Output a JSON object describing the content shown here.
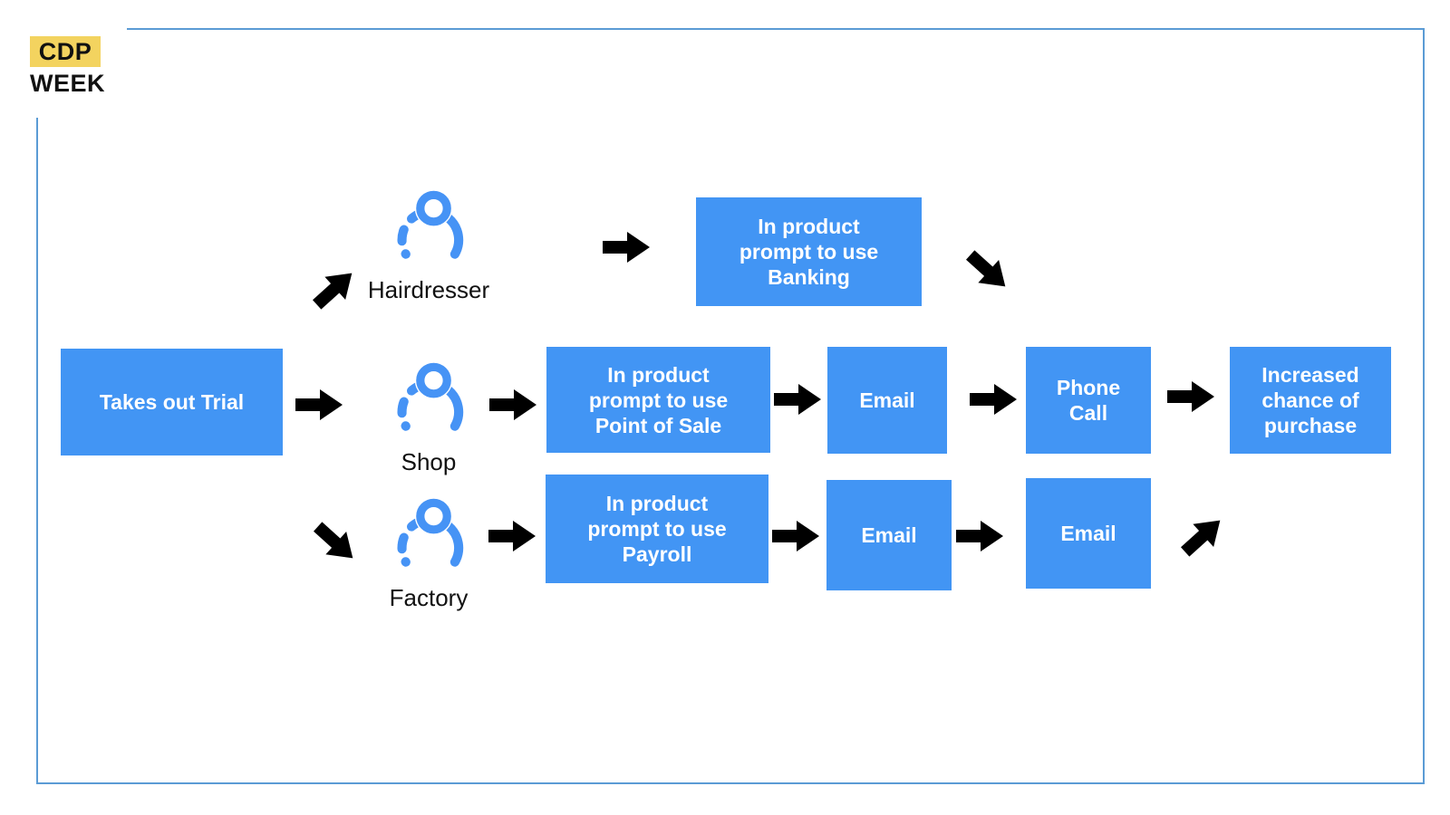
{
  "logo": {
    "line1": "CDP",
    "line2": "WEEK"
  },
  "colors": {
    "box_blue": "#4295F4",
    "icon_blue": "#4693F5",
    "arrow_yellow": "#F8D96B",
    "logo_yellow": "#F3D35F",
    "border_blue": "#5B9BD5",
    "box_text": "#FFFFFF",
    "label_text": "#111111"
  },
  "icons": {
    "person": "person-icon",
    "arrow_right": "arrow-right-icon",
    "arrow_up_right": "arrow-up-right-icon",
    "arrow_down_right": "arrow-down-right-icon"
  },
  "diagram": {
    "start": {
      "label": "Takes out Trial"
    },
    "personas": [
      {
        "label": "Hairdresser",
        "icon": "person-icon"
      },
      {
        "label": "Shop",
        "icon": "person-icon"
      },
      {
        "label": "Factory",
        "icon": "person-icon"
      }
    ],
    "steps": {
      "banking": "In product prompt to use Banking",
      "point_of_sale": "In product prompt to use Point of Sale",
      "payroll": "In product prompt to use Payroll",
      "email_mid": "Email",
      "phone_call": "Phone Call",
      "increased": "Increased chance of purchase",
      "email_bottom_1": "Email",
      "email_bottom_2": "Email"
    }
  }
}
